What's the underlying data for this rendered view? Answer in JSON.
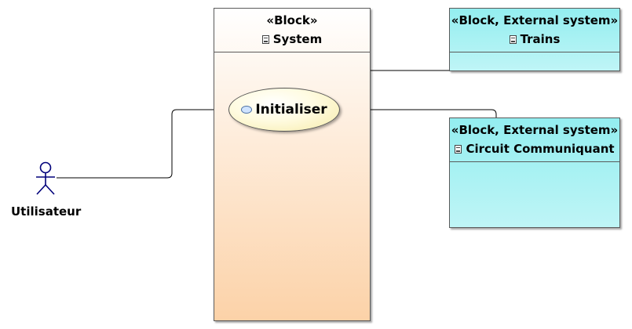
{
  "diagram": {
    "system_block": {
      "stereotype": "«Block»",
      "name": "System"
    },
    "external_blocks": [
      {
        "stereotype": "«Block, External system»",
        "name": "Trains"
      },
      {
        "stereotype": "«Block, External system»",
        "name": "Circuit Communiquant"
      }
    ],
    "use_case": {
      "name": "Initialiser"
    },
    "actor": {
      "name": "Utilisateur"
    },
    "colors": {
      "system_gradient_top": "#ffffff",
      "system_gradient_bottom": "#fcd2a8",
      "external_fill": "#93eef0",
      "use_case_fill": "#fffbe0",
      "actor_stroke": "#00007a",
      "border": "#5a5a5a"
    },
    "icons": {
      "block": "block-stereotype-icon",
      "use_case": "use-case-icon",
      "actor": "stick-figure-icon"
    }
  }
}
